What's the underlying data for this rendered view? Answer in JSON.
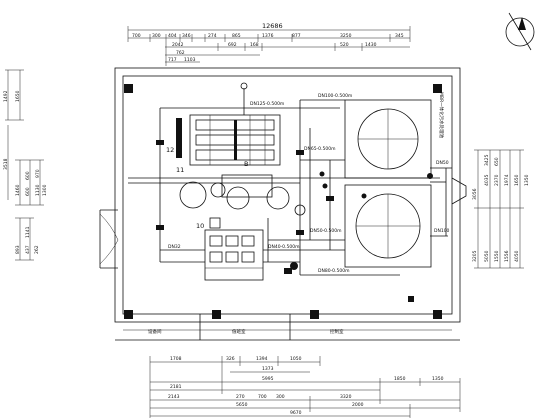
{
  "dims_top_row1": [
    "12686"
  ],
  "dims_top_row2": [
    "700",
    "300",
    "404",
    "346",
    "274",
    "865",
    "1376",
    "877",
    "3250",
    "345"
  ],
  "dims_top_row3": [
    "2042",
    "692",
    "168",
    "520",
    "1430"
  ],
  "dims_top_row4": [
    "762"
  ],
  "dims_top_row5": [
    "717",
    "1103"
  ],
  "dims_left_row1": [
    "1492",
    "1650"
  ],
  "dims_left_row2": [
    "3518"
  ],
  "dims_left_row3": [
    "1460",
    "600",
    "600",
    "1130",
    "970",
    "1300"
  ],
  "dims_left_row4": [
    "893",
    "437",
    "1141",
    "262"
  ],
  "dims_right_row": [
    "3056",
    "4035",
    "3425",
    "2370",
    "1974",
    "1650",
    "650",
    "1350",
    "3205",
    "5050",
    "1550",
    "1556",
    "4050"
  ],
  "dims_bottom_row1": [
    "1708",
    "326",
    "1394",
    "1050"
  ],
  "dims_bottom_row2": [
    "1373"
  ],
  "dims_bottom_row3": [
    "1850",
    "1350"
  ],
  "dims_bottom_row4": [
    "2181",
    "5995"
  ],
  "dims_bottom_row5": [
    "2143",
    "270",
    "700",
    "300",
    "3320"
  ],
  "dims_bottom_row6": [
    "5650",
    "2000"
  ],
  "dims_bottom_row7": [
    "9670"
  ],
  "room_label_mbr": "MBR一体化污水处理池",
  "room_labels_bottom": [
    "设备间",
    "值班室",
    "控制室"
  ],
  "pipe_labels": [
    "DN100-0.500m",
    "DN125-0.500m",
    "DN65-0.500m",
    "DN50",
    "DN50-0.500m",
    "DN32",
    "DN40-0.500m",
    "DN80-0.500m",
    "DN100"
  ],
  "equipment_marks": [
    "12",
    "11",
    "10",
    "B"
  ],
  "colors": {
    "line": "#111111",
    "background": "#ffffff"
  }
}
